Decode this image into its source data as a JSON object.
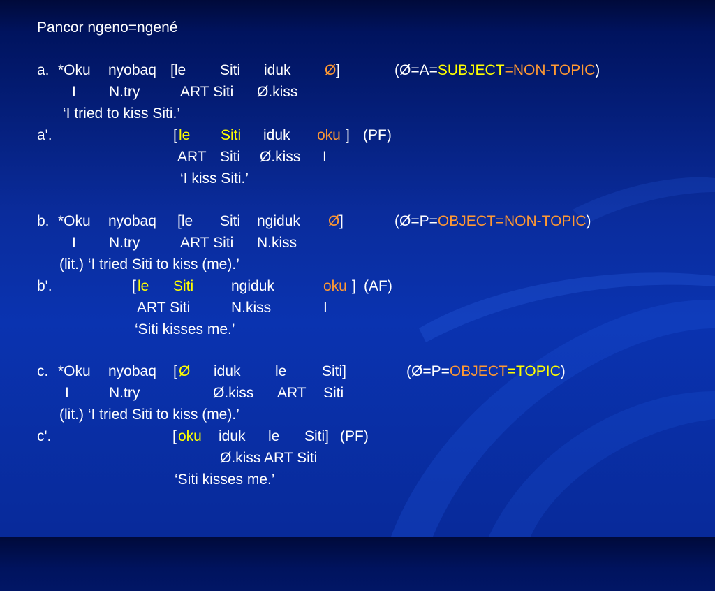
{
  "title": "Pancor ngeno=ngené",
  "colors": {
    "yellow": "#ffff00",
    "orange": "#ff9933",
    "text": "#ffffff",
    "background": "#0a2c9c"
  },
  "a": {
    "line": {
      "label": "a.",
      "w1": "*Oku",
      "w2": "nyobaq",
      "w3": "[le",
      "w4": "Siti",
      "w5": "iduk",
      "gap": "Ø",
      "close": "]",
      "paren_open": "(Ø=A=",
      "hl1": "SUBJECT",
      "hl2": "=NON-TOPIC",
      "paren_close": ")"
    },
    "gloss": {
      "g1": "I",
      "g2": "N.try",
      "g3": "ART Siti",
      "g4": "Ø.kiss"
    },
    "translation": "‘I tried to kiss Siti.’"
  },
  "a_prime": {
    "line": {
      "label": "a'.",
      "open": "[",
      "w1": "le",
      "w2": "Siti",
      "w3": "iduk",
      "w4": "oku",
      "close": "]",
      "voice": "(PF)"
    },
    "gloss": {
      "g1": "ART",
      "g2": "Siti",
      "g3": "Ø.kiss",
      "g4": "I"
    },
    "translation": "‘I kiss Siti.’"
  },
  "b": {
    "line": {
      "label": "b.",
      "w1": "*Oku",
      "w2": "nyobaq",
      "w3": "[le",
      "w4": "Siti",
      "w5": "ngiduk",
      "gap": "Ø",
      "close": "]",
      "paren_open": "(Ø=P=",
      "hl1": "OBJECT",
      "hl2": "=NON-TOPIC",
      "paren_close": ")"
    },
    "gloss": {
      "g1": "I",
      "g2": "N.try",
      "g3": "ART Siti",
      "g4": "N.kiss"
    },
    "translation": "(lit.) ‘I tried Siti to kiss (me).’"
  },
  "b_prime": {
    "line": {
      "label": "b'.",
      "open": "[",
      "w1": "le",
      "w2": "Siti",
      "w3": "ngiduk",
      "w4": "oku",
      "close": "]",
      "voice": "(AF)"
    },
    "gloss": {
      "g1": "ART Siti",
      "g2": "N.kiss",
      "g3": "I"
    },
    "translation": "‘Siti kisses me.’"
  },
  "c": {
    "line": {
      "label": "c.",
      "w1": "*Oku",
      "w2": "nyobaq",
      "w3": "[",
      "gap": "Ø",
      "w4": "iduk",
      "w5": "le",
      "w6": "Siti]",
      "paren_open": "(Ø=P=",
      "hl1": "OBJECT",
      "hl2": "=TOPIC",
      "paren_close": ")"
    },
    "gloss": {
      "g1": "I",
      "g2": "N.try",
      "g3": "Ø.kiss",
      "g4": "ART",
      "g5": "Siti"
    },
    "translation": "(lit.) ‘I tried Siti to kiss (me).’"
  },
  "c_prime": {
    "line": {
      "label": "c'.",
      "open": "[",
      "w1": "oku",
      "w2": "iduk",
      "w3": "le",
      "w4": "Siti]",
      "voice": "(PF)"
    },
    "gloss": {
      "g1": "Ø.kiss ART Siti"
    },
    "translation": "‘Siti kisses me.’"
  }
}
